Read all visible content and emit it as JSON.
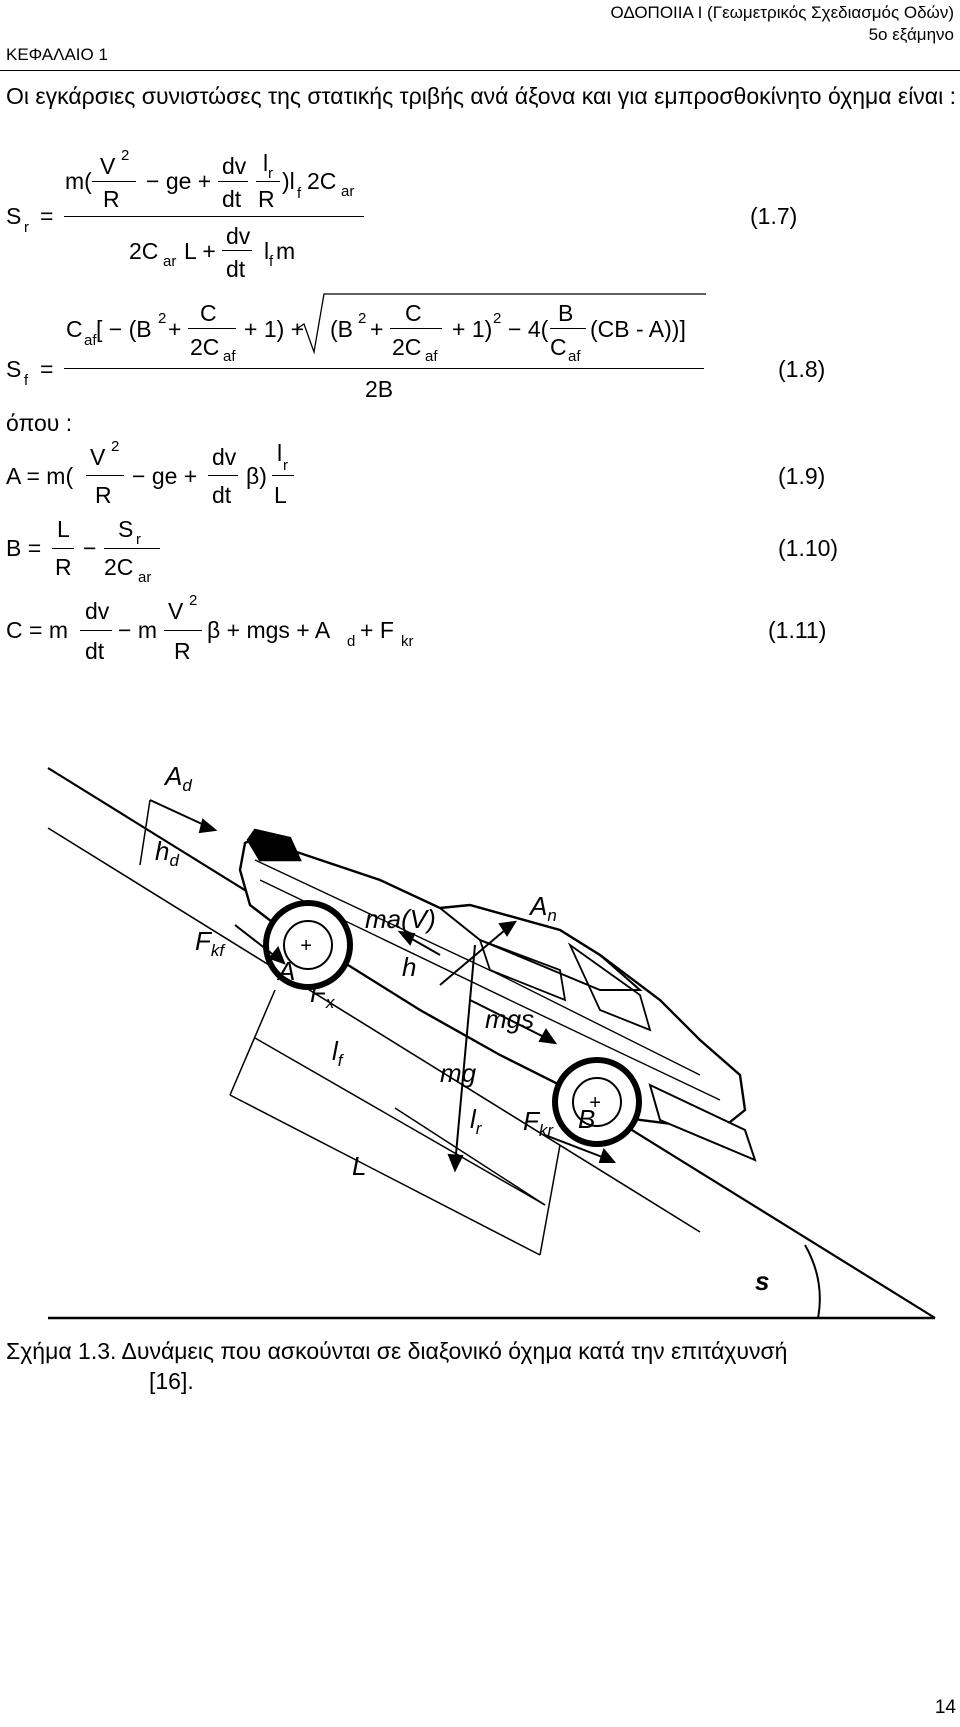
{
  "header": {
    "course": "ΟΔΟΠΟΙΙΑ Ι (Γεωμετρικός Σχεδιασμός Οδών)",
    "semester": "5ο εξάμηνο",
    "chapter": "ΚΕΦΑΛΑΙΟ 1"
  },
  "intro_text": "Οι εγκάρσιες συνιστώσες της στατικής τριβής ανά άξονα και για εμπροσθοκίνητο όχημα είναι :",
  "where_text": "όπου :",
  "equations": [
    {
      "number": "(1.7)"
    },
    {
      "number": "(1.8)"
    },
    {
      "number": "(1.9)"
    },
    {
      "number": "(1.10)"
    },
    {
      "number": "(1.11)"
    }
  ],
  "figure_labels": {
    "ad": "A",
    "ad_sub": "d",
    "hd": "h",
    "hd_sub": "d",
    "fkf": "F",
    "fkf_sub": "kf",
    "a_point": "A",
    "fx": "F",
    "fx_sub": "x",
    "ma": "ma(V)",
    "an": "A",
    "an_sub": "n",
    "h": "h",
    "mgs": "mgs",
    "lf": "l",
    "lf_sub": "f",
    "mg": "mg",
    "lr": "l",
    "lr_sub": "r",
    "fkr": "F",
    "fkr_sub": "kr",
    "b_point": "B",
    "L": "L",
    "s": "s"
  },
  "caption": {
    "text": "Σχήμα 1.3. Δυνάμεις που ασκούνται σε διαξονικό όχημα κατά την επιτάχυνσή",
    "ref": "[16]."
  },
  "page_number": "14"
}
